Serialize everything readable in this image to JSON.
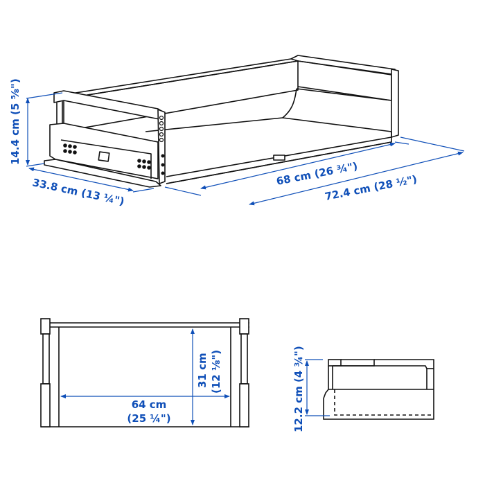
{
  "colors": {
    "dimension": "#0f4fb8",
    "line": "#111111",
    "background": "#ffffff"
  },
  "views": {
    "perspective": {
      "height_label": "14.4 cm (5 ⅝\")",
      "depth_label": "33.8 cm (13 ¼\")",
      "inner_length_label": "68 cm (26 ¾\")",
      "outer_length_label": "72.4 cm (28 ½\")"
    },
    "top": {
      "width_label": "64 cm",
      "width_label_imperial": "(25 ¼\")",
      "depth_label": "31 cm",
      "depth_label_imperial": "(12 ⅛\")"
    },
    "side": {
      "height_label": "12.2 cm (4 ¾\")"
    }
  }
}
